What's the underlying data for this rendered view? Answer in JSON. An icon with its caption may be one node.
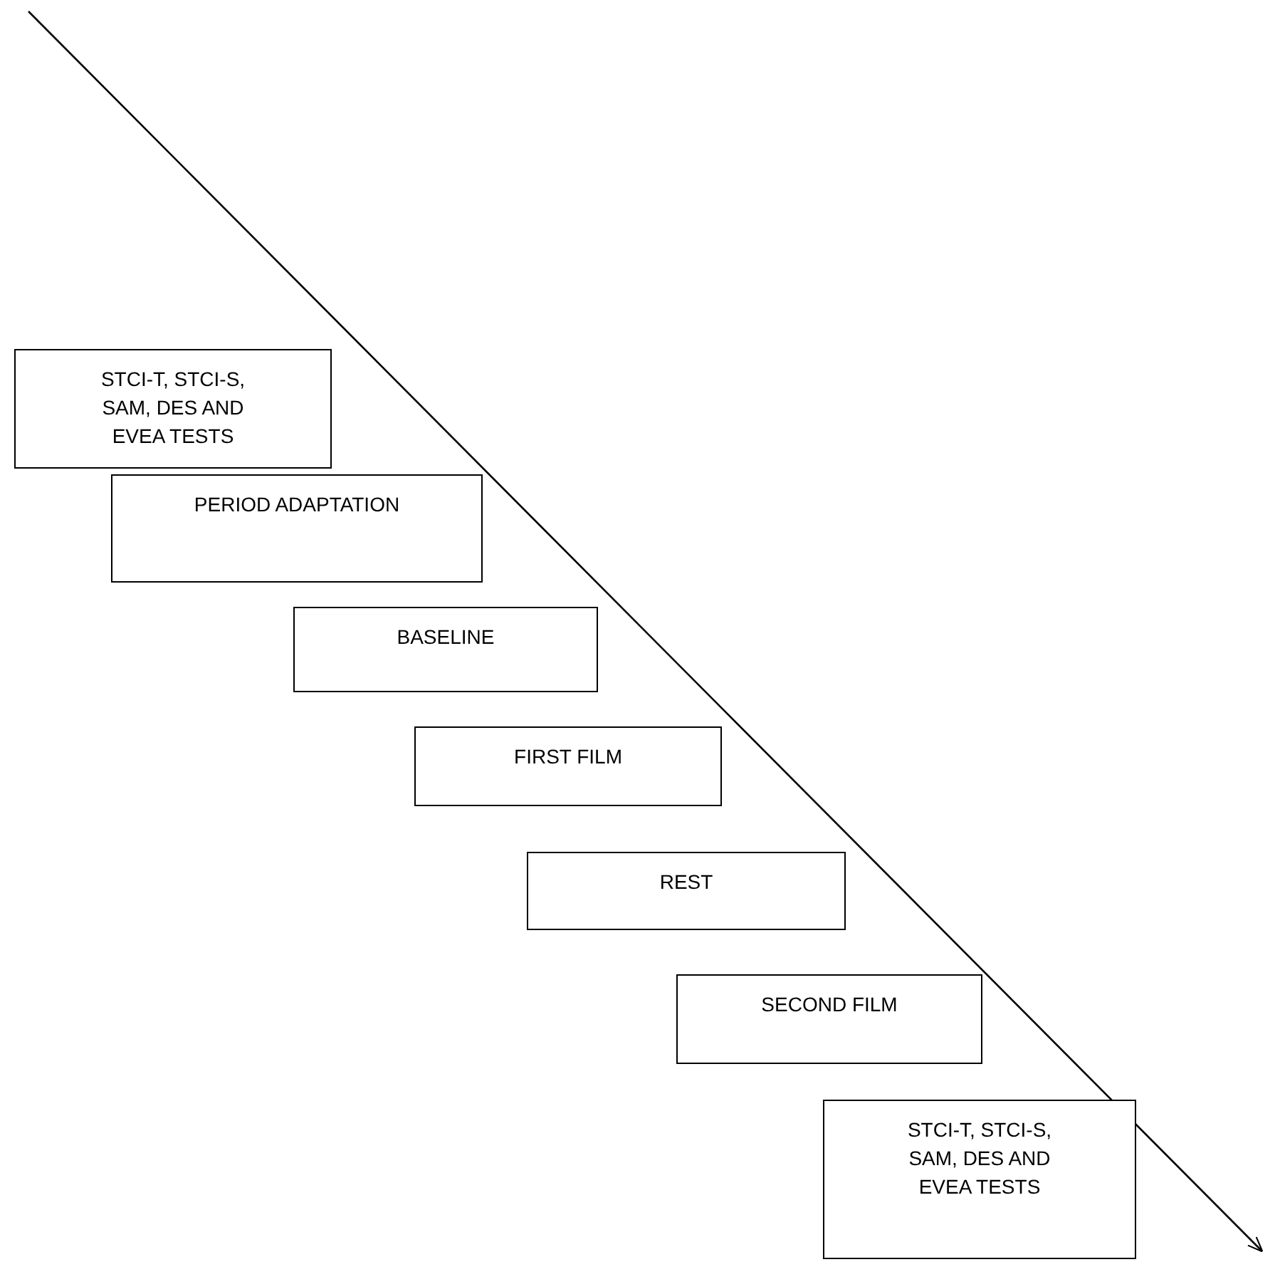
{
  "diagram": {
    "nodes": [
      {
        "text": [
          "STCI-T, STCI-S, SAM, DES AND EVEA TESTS"
        ]
      },
      {
        "text": [
          "PERIOD ADAPTATION"
        ]
      },
      {
        "text": [
          "BASELINE"
        ]
      },
      {
        "text": [
          "FIRST FILM"
        ]
      },
      {
        "text": [
          "REST"
        ]
      },
      {
        "text": [
          "SECOND FILM"
        ]
      },
      {
        "text": [
          "STCI-T, STCI-S, SAM, DES AND EVEA TESTS"
        ]
      }
    ]
  }
}
